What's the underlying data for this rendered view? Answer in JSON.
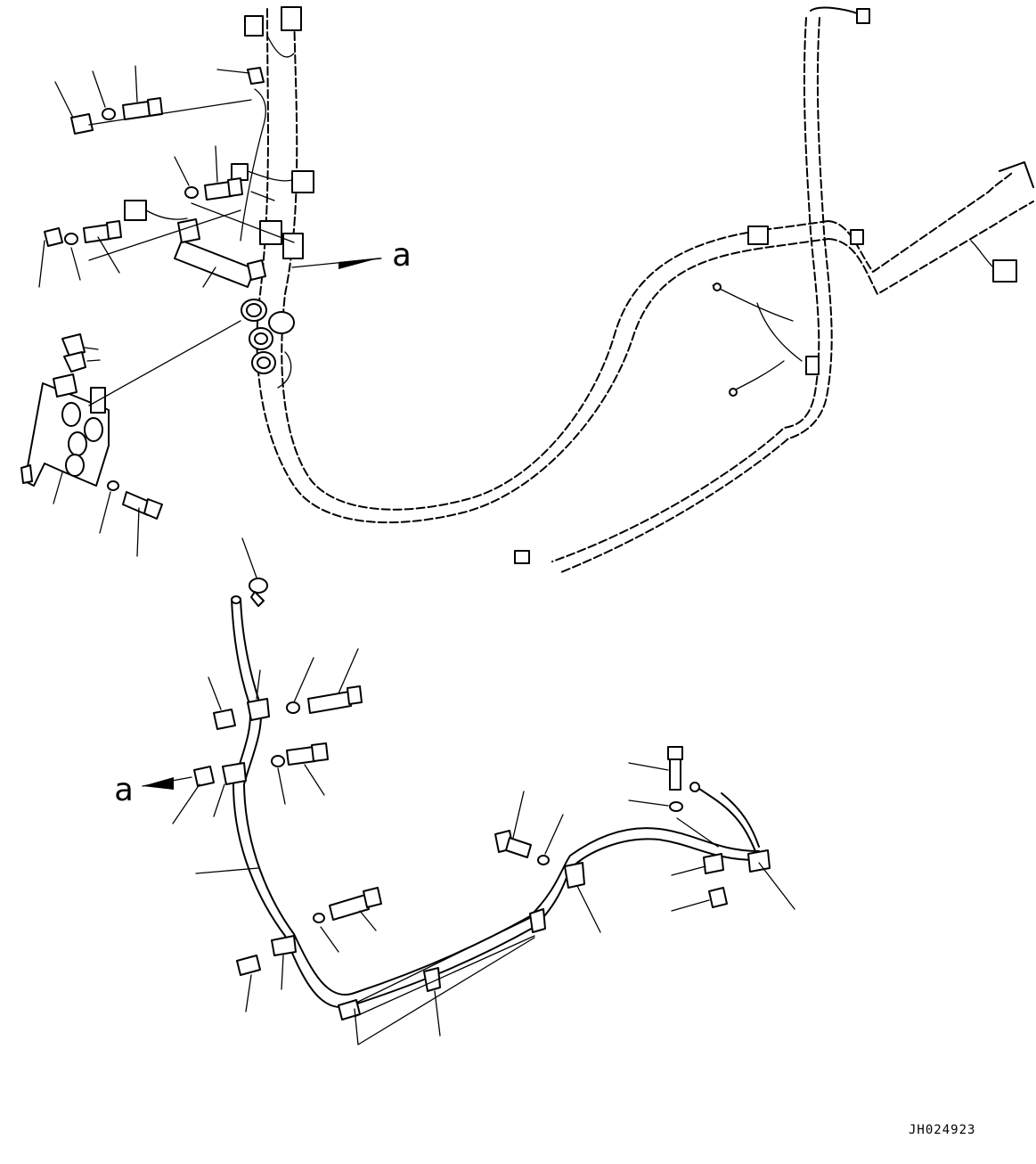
{
  "labels": {
    "ref_a_top": "a",
    "ref_a_bottom": "a"
  },
  "drawing_code": "JH024923"
}
